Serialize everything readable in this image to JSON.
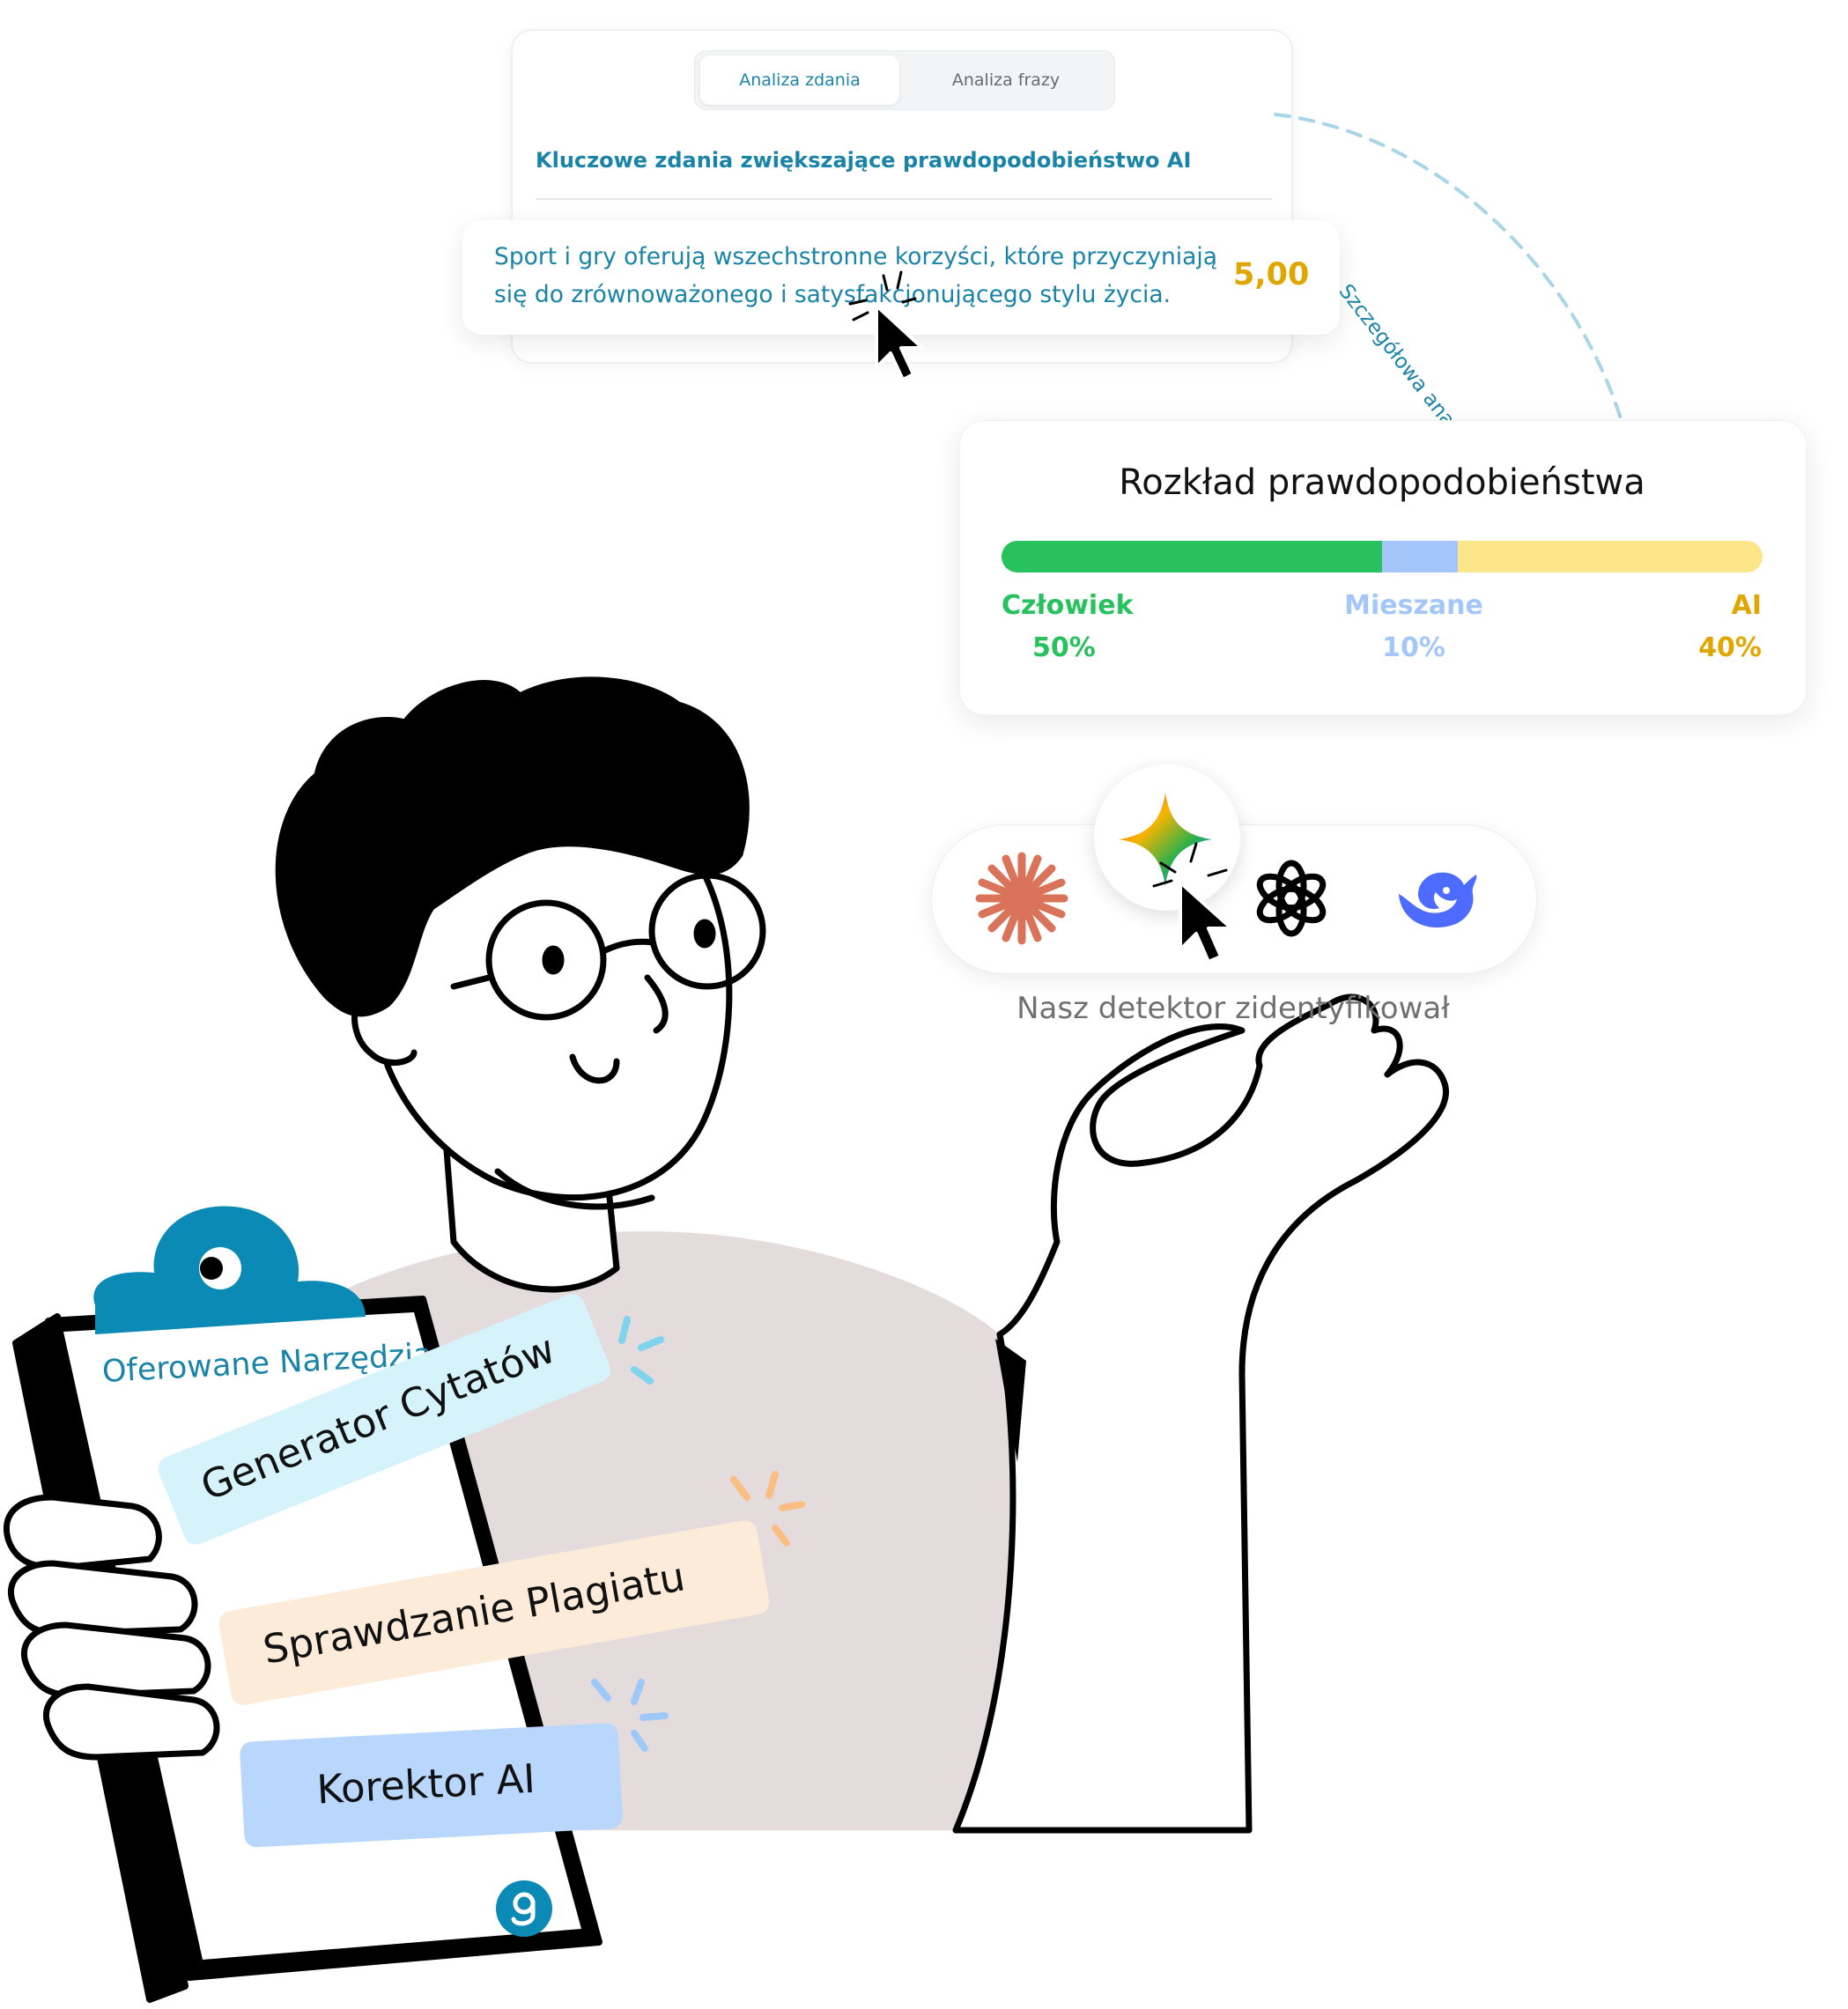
{
  "analysis": {
    "tabs": [
      {
        "label": "Analiza zdania",
        "active": true
      },
      {
        "label": "Analiza frazy",
        "active": false
      }
    ],
    "section_title": "Kluczowe zdania zwiększające prawdopodobieństwo AI",
    "sentence": {
      "text": "Sport i gry oferują wszechstronne korzyści, które przyczyniają się do zrównoważonego i satysfakcjonującego stylu życia.",
      "score": "5,00"
    }
  },
  "arc_label": "Szczegółowa analiza",
  "distribution": {
    "title": "Rozkład prawdopodobieństwa",
    "segments": [
      {
        "label": "Człowiek",
        "percent_text": "50%",
        "value": 50,
        "color": "#27c25e"
      },
      {
        "label": "Mieszane",
        "percent_text": "10%",
        "value": 10,
        "color": "#a3c7fb"
      },
      {
        "label": "AI",
        "percent_text": "40%",
        "value": 40,
        "color": "#fde68a"
      }
    ],
    "label_colors": {
      "human": "#27c25e",
      "mixed": "#a3c7fb",
      "ai": "#e0a600"
    }
  },
  "models": {
    "icons": [
      "claude-icon",
      "gemini-icon",
      "openai-icon",
      "deepseek-icon"
    ],
    "selected": "gemini-icon",
    "caption": "Nasz detektor zidentyfikował"
  },
  "clipboard": {
    "title": "Oferowane Narzędzia",
    "items": [
      {
        "label": "Generator Cytatów",
        "color": "#d6f2fa"
      },
      {
        "label": "Sprawdzanie Plagiatu",
        "color": "#fdebd9"
      },
      {
        "label": "Korektor AI",
        "color": "#b9d7fc"
      }
    ]
  },
  "colors": {
    "accent": "#1a84a8",
    "score": "#e0a600",
    "shirt": "#e4dcdc"
  }
}
